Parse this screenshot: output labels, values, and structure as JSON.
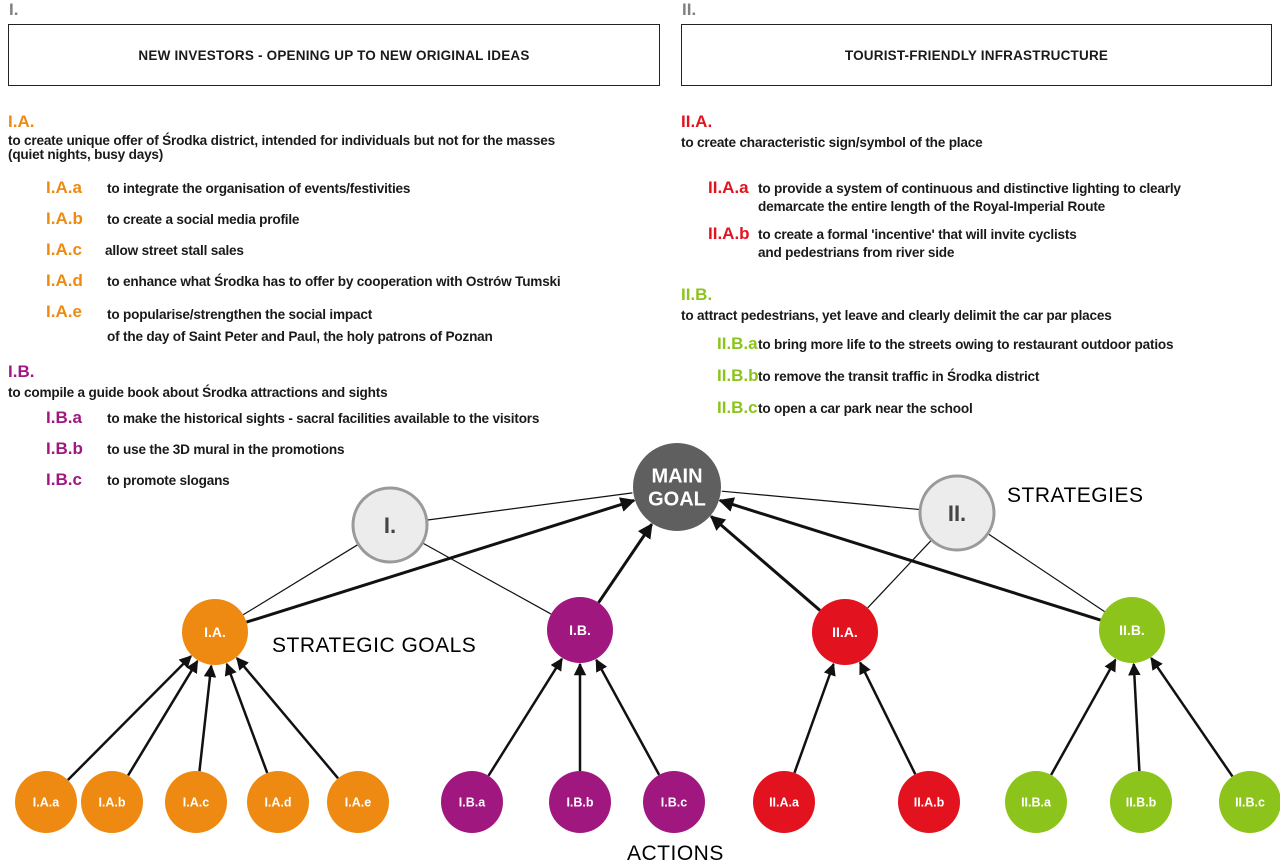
{
  "colors": {
    "orange": "#ee8a12",
    "purple": "#a0177f",
    "red": "#e3121f",
    "green": "#8cc41c",
    "main": "#5f5f5f",
    "strategy_fill": "#ececec"
  },
  "left": {
    "numeral": "I.",
    "title": "NEW INVESTORS - OPENING UP TO NEW ORIGINAL IDEAS",
    "goals": [
      {
        "code": "I.A.",
        "text": [
          "to create unique offer of Środka district, intended for individuals but not for the masses",
          "(quiet nights, busy days)"
        ],
        "actions": [
          {
            "code": "I.A.a",
            "text": [
              "to integrate the organisation of events/festivities"
            ]
          },
          {
            "code": "I.A.b",
            "text": [
              "to create a social media profile"
            ]
          },
          {
            "code": "I.A.c",
            "text": [
              "allow street stall sales"
            ]
          },
          {
            "code": "I.A.d",
            "text": [
              "to enhance what Środka has to offer by cooperation with Ostrów Tumski"
            ]
          },
          {
            "code": "I.A.e",
            "text": [
              "to popularise/strengthen the social impact",
              "of the day of Saint Peter and Paul, the holy patrons of Poznan"
            ]
          }
        ]
      },
      {
        "code": "I.B.",
        "text": [
          "to compile a guide book about Środka attractions and sights"
        ],
        "actions": [
          {
            "code": "I.B.a",
            "text": [
              "to make the historical sights - sacral facilities available to the visitors"
            ]
          },
          {
            "code": "I.B.b",
            "text": [
              "to use the 3D mural in the promotions"
            ]
          },
          {
            "code": "I.B.c",
            "text": [
              "to promote slogans"
            ]
          }
        ]
      }
    ]
  },
  "right": {
    "numeral": "II.",
    "title": "TOURIST-FRIENDLY INFRASTRUCTURE",
    "goals": [
      {
        "code": "II.A.",
        "text": [
          "to create characteristic sign/symbol of the place"
        ],
        "actions": [
          {
            "code": "II.A.a",
            "text": [
              "to provide a system of continuous and distinctive lighting to clearly",
              "demarcate the entire length of the Royal-Imperial Route"
            ]
          },
          {
            "code": "II.A.b",
            "text": [
              "to create a formal 'incentive' that will invite cyclists",
              "and pedestrians from river side"
            ]
          }
        ]
      },
      {
        "code": "II.B.",
        "text": [
          "to attract pedestrians, yet leave and clearly delimit the car par places"
        ],
        "actions": [
          {
            "code": "II.B.a",
            "text": [
              "to bring more life to the streets owing to restaurant outdoor patios"
            ]
          },
          {
            "code": "II.B.b",
            "text": [
              "to remove the transit traffic in Środka district"
            ]
          },
          {
            "code": "II.B.c",
            "text": [
              "to open a car park near the school"
            ]
          }
        ]
      }
    ]
  },
  "diagram": {
    "main_goal": [
      "MAIN",
      "GOAL"
    ],
    "strategies_label": "STRATEGIES",
    "strategic_goals_label": "STRATEGIC GOALS",
    "actions_label": "ACTIONS",
    "strategies": [
      "I.",
      "II."
    ],
    "goals": [
      "I.A.",
      "I.B.",
      "II.A.",
      "II.B."
    ],
    "actions": [
      "I.A.a",
      "I.A.b",
      "I.A.c",
      "I.A.d",
      "I.A.e",
      "I.B.a",
      "I.B.b",
      "I.B.c",
      "II.A.a",
      "II.A.b",
      "II.B.a",
      "II.B.b",
      "II.B.c"
    ]
  }
}
